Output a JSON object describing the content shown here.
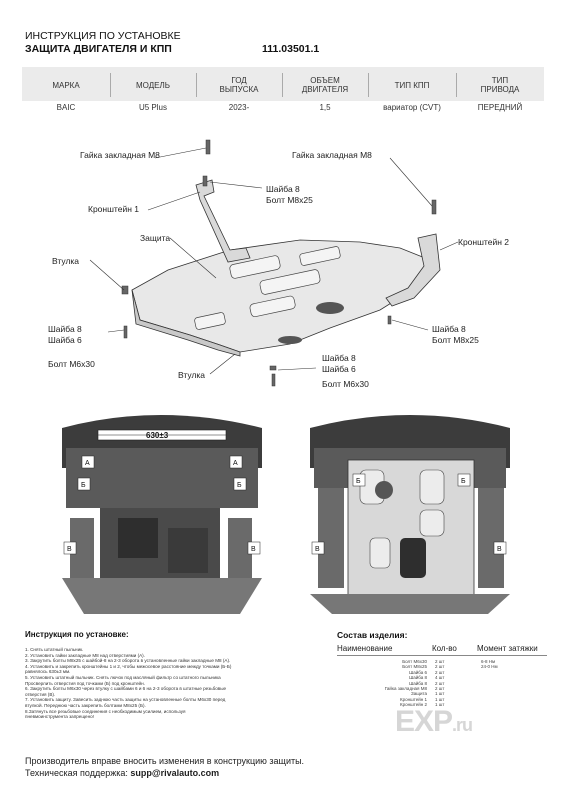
{
  "header": {
    "title_line1": "ИНСТРУКЦИЯ ПО УСТАНОВКЕ",
    "title_line2": "ЗАЩИТА ДВИГАТЕЛЯ И КПП",
    "part_number": "111.03501.1"
  },
  "spec_table": {
    "headers": [
      "МАРКА",
      "МОДЕЛЬ",
      "ГОД ВЫПУСКА",
      "ОБЪЕМ ДВИГАТЕЛЯ",
      "ТИП КПП",
      "ТИП ПРИВОДА"
    ],
    "values": [
      "BAIC",
      "U5 Plus",
      "2023-",
      "1,5",
      "вариатор (CVT)",
      "ПЕРЕДНИЙ"
    ]
  },
  "callouts": {
    "nut_left": "Гайка закладная М8",
    "nut_right": "Гайка закладная М8",
    "washer_bolt_top_1": "Шайба 8",
    "washer_bolt_top_2": "Болт М8х25",
    "bracket1": "Кронштейн 1",
    "bracket2": "Кронштейн 2",
    "guard": "Защита",
    "bushing_left": "Втулка",
    "washer_left_1": "Шайба 8",
    "washer_left_2": "Шайба 6",
    "bolt_left": "Болт М6х30",
    "bushing_bottom": "Втулка",
    "washer_right_1": "Шайба 8",
    "washer_right_2": "Болт М8х25",
    "washer_bottom_1": "Шайба 8",
    "washer_bottom_2": "Шайба 6",
    "bolt_bottom": "Болт М6х30"
  },
  "photos": {
    "dimension": "630±3",
    "letter_a": "А",
    "letter_b": "Б",
    "letter_v": "В"
  },
  "instructions": {
    "title": "Инструкция по установке:",
    "steps": [
      "1. Снять штатный пыльник.",
      "2. Установить гайки закладные М8 над отверстиями (А).",
      "3. Закрутить болты М8х25 с шайбой-8 на 2-3 оборота в установленные гайки закладные М8 (А).",
      "4. Установить и закрепить кронштейны 1 и 2, чтобы межосевое расстояние между точками (Б-Б)",
      "равнялось 630±3 мм.",
      "5. Установить штатный пыльник. Снять лючок под масляный фильтр со штатного пыльника",
      "Просверлить отверстия под точками (Б) под кронштейн.",
      "6. Закрутить болты М6х30 через втулку с шайбами 6 и 6 на 2-3 оборота в штатные резьбовые",
      "отверстия (В).",
      "7. Установить защиту. Завесить заднюю часть защиты на установленные болты М6х30 перед",
      "втулкой. Переднюю часть закрепить болтами М8х25 (Б).",
      "8.Затянуть все резьбовые соединения с необходимым усилием, используя",
      "пневмоинструмента запрещено!"
    ]
  },
  "composition": {
    "title": "Состав изделия:",
    "col_name": "Наименование",
    "col_qty": "Кол-во",
    "col_torque": "Момент затяжки",
    "rows": [
      {
        "name": "Болт М6х30",
        "qty": "2 шт",
        "torque": "6-8 Нм"
      },
      {
        "name": "Болт М8х25",
        "qty": "2 шт",
        "torque": "24-0 Нм"
      },
      {
        "name": "Шайба 6",
        "qty": "2 шт",
        "torque": ""
      },
      {
        "name": "Шайба 8",
        "qty": "4 шт",
        "torque": ""
      },
      {
        "name": "Шайба 8",
        "qty": "2 шт",
        "torque": ""
      },
      {
        "name": "Гайка закладная М8",
        "qty": "2 шт",
        "torque": ""
      },
      {
        "name": "Защита",
        "qty": "1 шт",
        "torque": ""
      },
      {
        "name": "Кронштейн 1",
        "qty": "1 шт",
        "torque": ""
      },
      {
        "name": "Кронштейн 2",
        "qty": "1 шт",
        "torque": ""
      }
    ]
  },
  "footer": {
    "line1": "Производитель вправе вносить изменения в конструкцию защиты.",
    "support_label": "Техническая поддержка:",
    "support_email": "supp@rivalauto.com"
  },
  "watermark": {
    "text": "ЕХР",
    "suffix": ".ru"
  }
}
